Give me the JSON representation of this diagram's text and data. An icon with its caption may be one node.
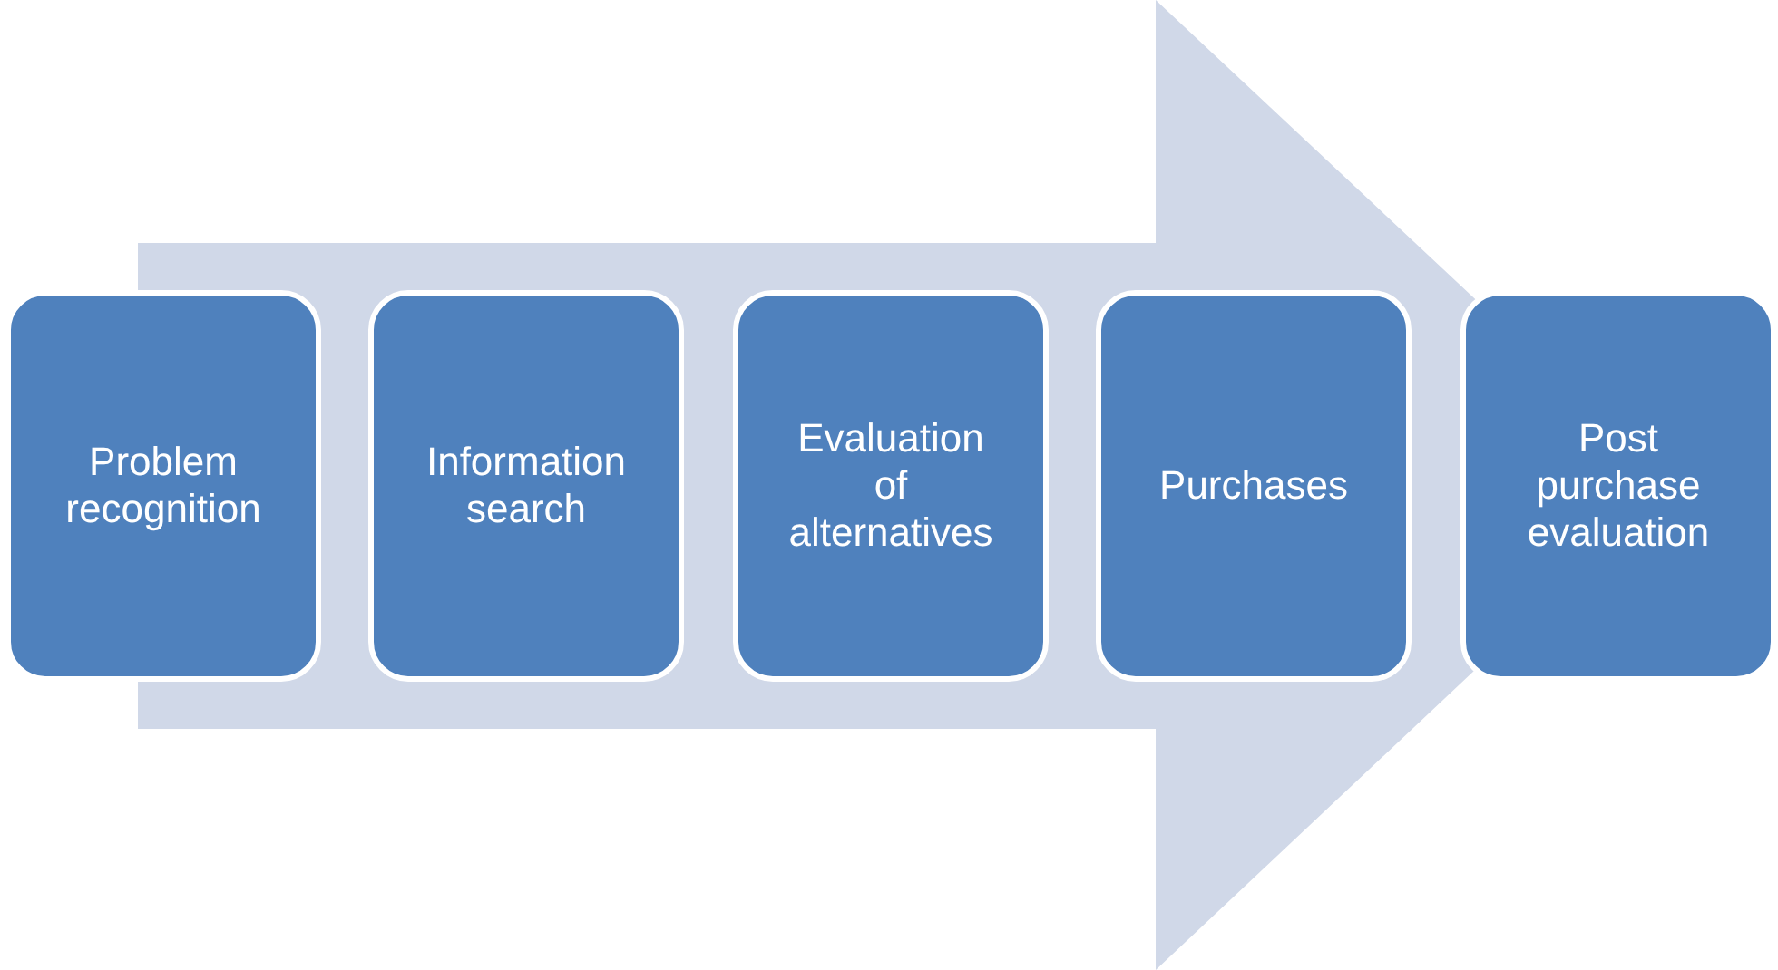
{
  "diagram": {
    "nodes": [
      {
        "text": [
          "Problem recognition"
        ]
      },
      {
        "text": [
          "Information search"
        ]
      },
      {
        "text": [
          "Evaluation of alternatives"
        ]
      },
      {
        "text": [
          "Purchases"
        ]
      },
      {
        "text": [
          "Post purchase evaluation"
        ]
      }
    ],
    "edges": [
      {
        "from": 0,
        "to": 4,
        "arrow": "to"
      }
    ]
  }
}
